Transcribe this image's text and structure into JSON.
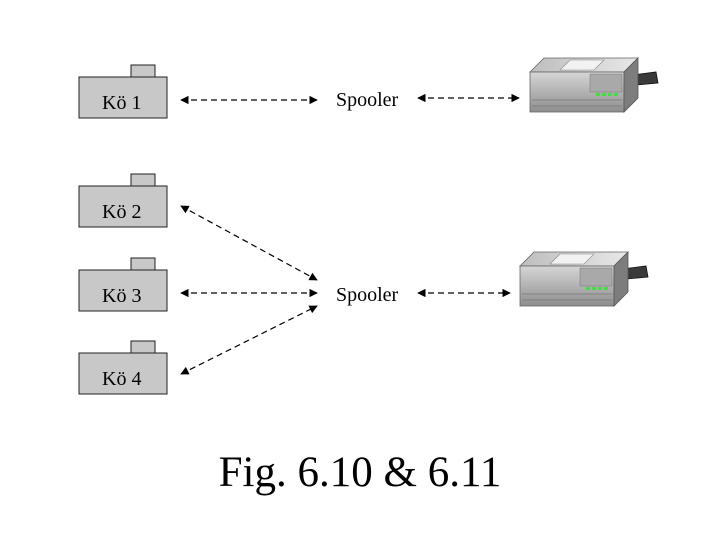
{
  "queues": [
    {
      "label": "Kö 1"
    },
    {
      "label": "Kö 2"
    },
    {
      "label": "Kö 3"
    },
    {
      "label": "Kö 4"
    }
  ],
  "spoolers": [
    {
      "label": "Spooler"
    },
    {
      "label": "Spooler"
    }
  ],
  "printers": [
    {
      "icon": "printer-icon",
      "status_light_color": "#44dd44"
    },
    {
      "icon": "printer-icon",
      "status_light_color": "#44dd44"
    }
  ],
  "connections": [
    {
      "from": "Kö 1",
      "to": "Spooler 1",
      "style": "dashed",
      "arrows": "both"
    },
    {
      "from": "Spooler 1",
      "to": "Printer 1",
      "style": "dashed",
      "arrows": "both"
    },
    {
      "from": "Kö 2",
      "to": "Spooler 2",
      "style": "dashed",
      "arrows": "both"
    },
    {
      "from": "Kö 3",
      "to": "Spooler 2",
      "style": "dashed",
      "arrows": "both"
    },
    {
      "from": "Kö 4",
      "to": "Spooler 2",
      "style": "dashed",
      "arrows": "both"
    },
    {
      "from": "Spooler 2",
      "to": "Printer 2",
      "style": "dashed",
      "arrows": "both"
    }
  ],
  "caption": "Fig. 6.10 & 6.11"
}
